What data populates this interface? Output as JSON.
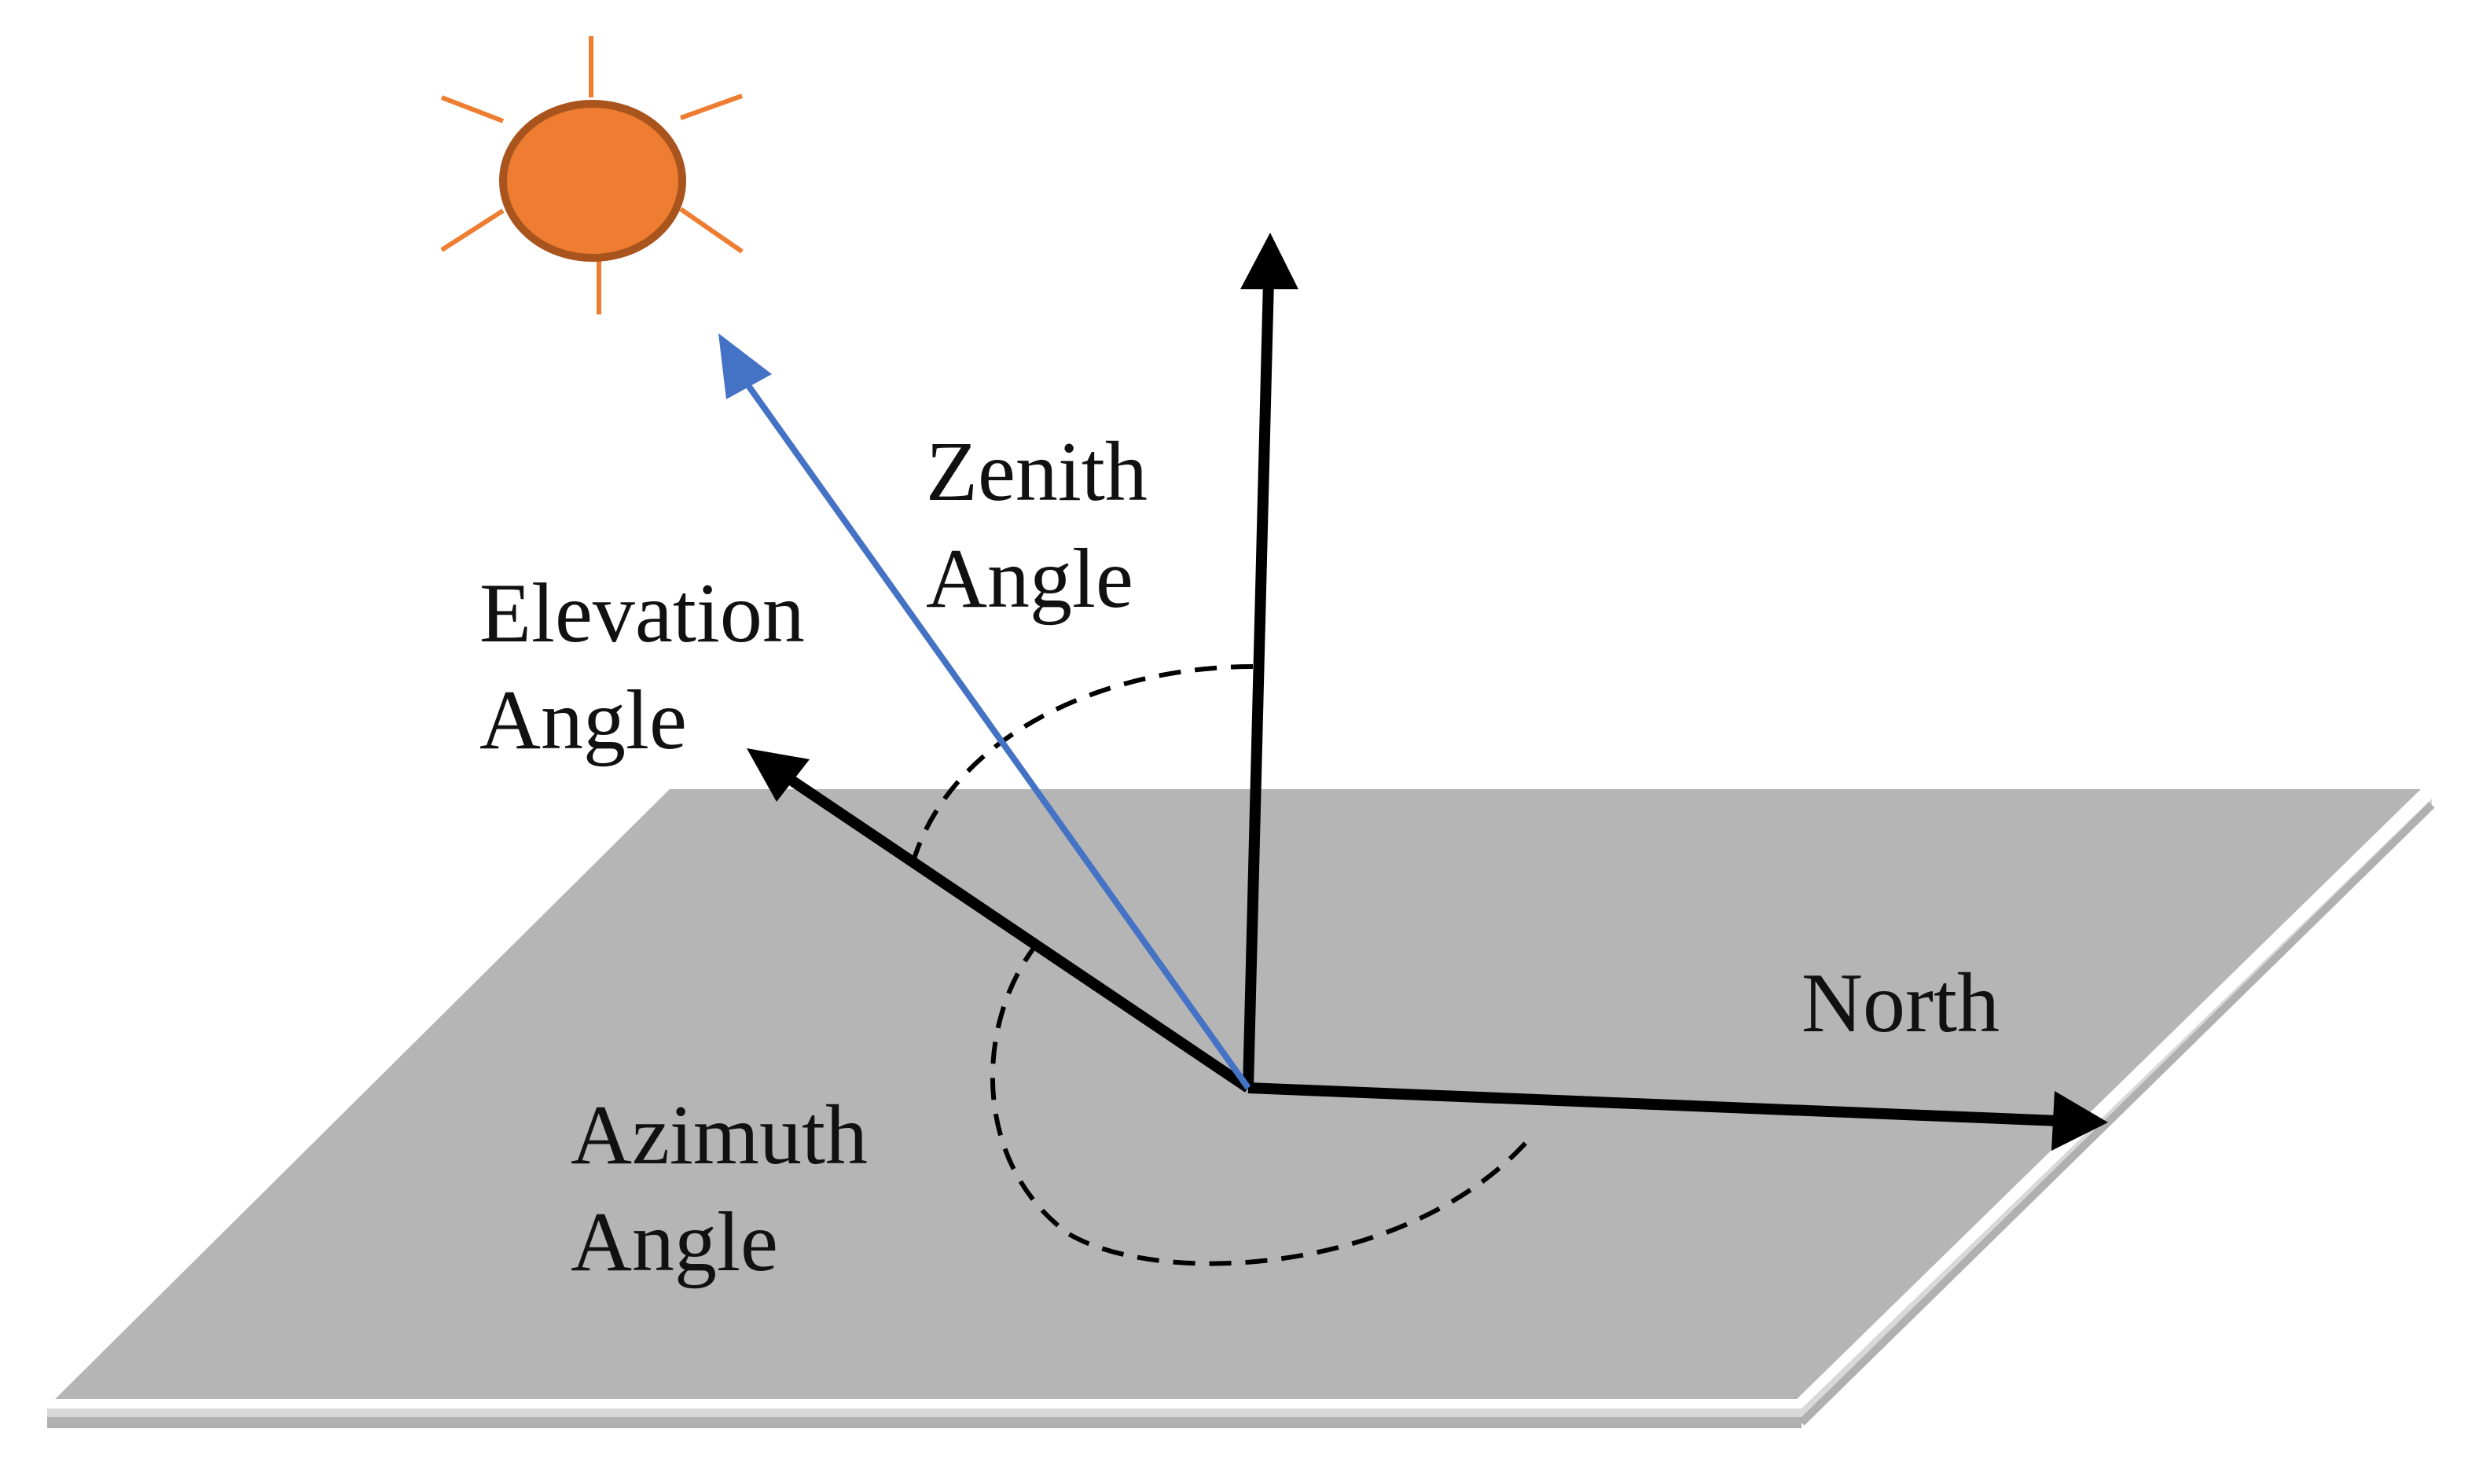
{
  "labels": {
    "zenith_line1": "Zenith",
    "zenith_line2": "Angle",
    "elevation_line1": "Elevation",
    "elevation_line2": "Angle",
    "azimuth_line1": "Azimuth",
    "azimuth_line2": "Angle",
    "north": "North"
  },
  "colors": {
    "ground_plane": "#b5b5b5",
    "ground_edge": "#b0b0b0",
    "sun_fill": "#ee7d31",
    "sun_outline": "#a9541d",
    "sun_rays": "#ee7d31",
    "sun_vector": "#4472c4",
    "axes": "#000000",
    "angle_arc": "#000000"
  }
}
